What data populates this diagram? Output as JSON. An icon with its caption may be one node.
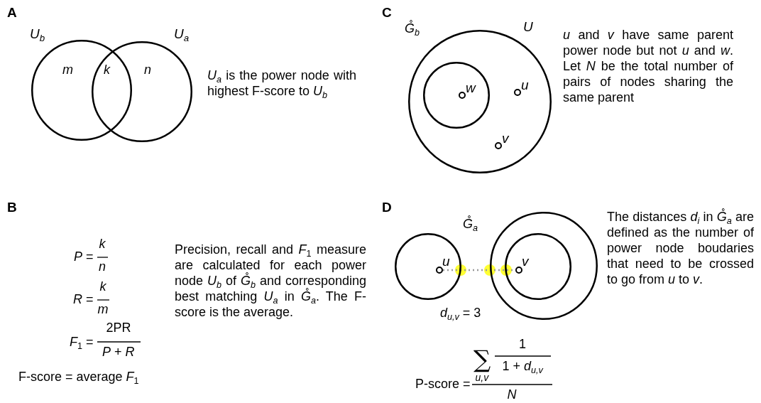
{
  "diagram": {
    "nodes": [
      {
        "text": [
          "U$_{b}$"
        ]
      },
      {
        "text": [
          "U$_{a}$"
        ]
      },
      {
        "text": [
          "U"
        ]
      },
      {
        "text": [],
        "shape": "circle",
        "in": 2
      },
      {
        "text": [
          "w"
        ],
        "in": 3
      },
      {
        "text": [
          "u"
        ],
        "in": 2
      },
      {
        "text": [
          "v"
        ],
        "in": 2
      },
      {
        "text": [],
        "shape": "circle"
      },
      {
        "text": [],
        "shape": "circle"
      },
      {
        "text": [],
        "shape": "circle",
        "in": 8
      },
      {
        "text": [
          "u"
        ],
        "in": 7
      },
      {
        "text": [
          "v"
        ],
        "in": 9
      }
    ],
    "edges": [
      {
        "from": 10,
        "to": 11,
        "arrow": "none",
        "style": "dashed",
        "color": "#999999"
      }
    ],
    "labels": [
      "A",
      "m",
      "k",
      "n",
      "*U$_{a}$* is the power node with highest F-score to *U$_{b}$*",
      "B",
      "*P* =",
      "k",
      "n",
      "*R* =",
      "k",
      "m",
      "*F*$_{1}$ =",
      "2PR",
      "*P* + *R*",
      "F-score = average *F*$_{1}$",
      "Precision, recall and *F*$_{1}$ measure are calculated for each power node *U$_{b}$* of *G̊$_{b}$* and corresponding best matching *U$_{a}$* in *G̊$_{a}$*. The F-score is the average.",
      "C",
      "G̊$_{b}$",
      "*u* and *v* have same parent power node but not *u* and *w*. Let *N* be the total number of pairs of nodes sharing the same parent",
      "D",
      "G̊$_{a}$",
      "*d$_{u,v}$* = 3",
      "P-score =",
      "∑",
      "u,v",
      "1",
      "1 + *d$_{u,v}$*",
      "N",
      "The distances *d$_{i}$* in *G̊$_{a}$* are defined as the number of power node boudaries that need to be crossed to go from *u* to *v*."
    ]
  }
}
